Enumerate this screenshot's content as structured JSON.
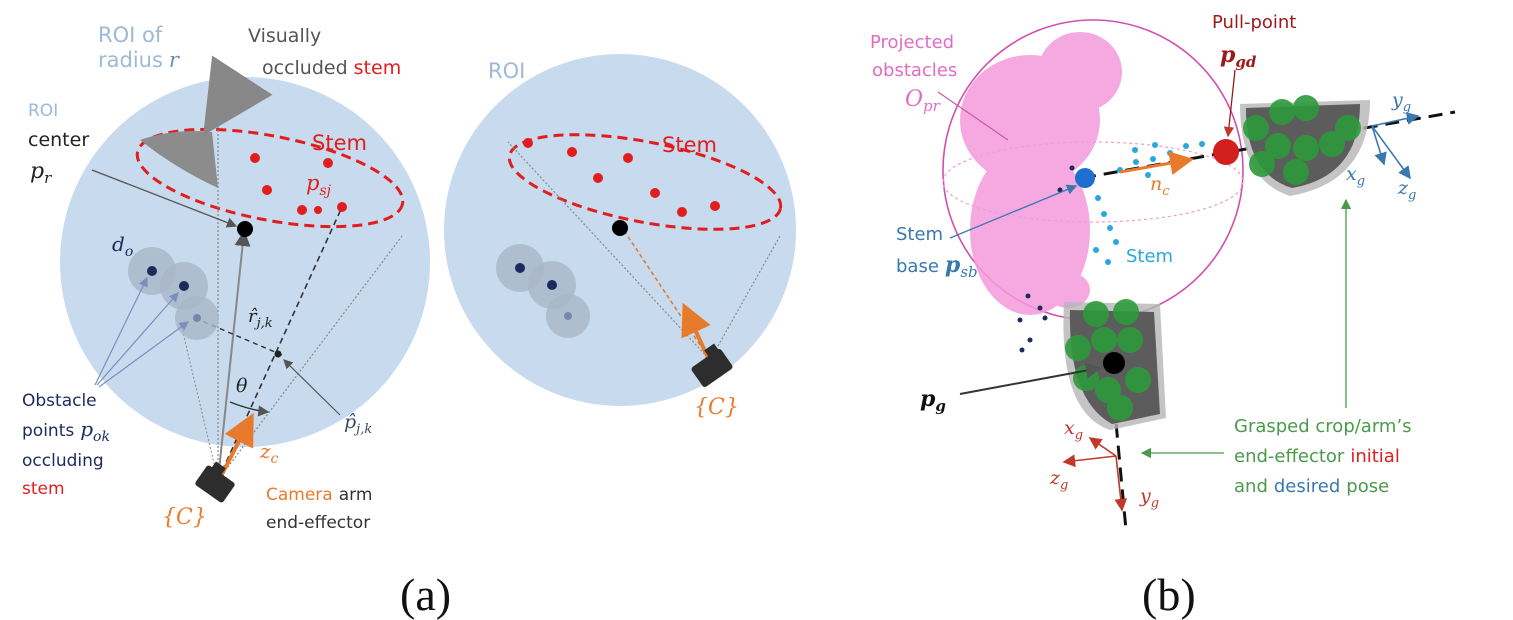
{
  "colors": {
    "roi_fill": "#c7daee",
    "stem_red": "#e21d1d",
    "obstacle_navy": "#1d2a5e",
    "camera_orange": "#e87a2c",
    "pink": "#f59adc",
    "green": "#2e8b2e",
    "blue_label": "#3a78b0",
    "dark_red": "#9c1a1a"
  },
  "panel_a": {
    "roi_radius_label_line1": "ROI of",
    "roi_radius_label_line2": "radius",
    "roi_radius_symbol": "r",
    "occluded_label_line1": "Visually",
    "occluded_label_line2": "occluded",
    "occluded_label_stem": "stem",
    "roi_center_line1": "ROI",
    "roi_center_line2": "center",
    "roi_center_symbol": "p",
    "roi_center_sub": "r",
    "stem_label": "Stem",
    "stem_point_symbol": "p",
    "stem_point_sub": "sj",
    "do_symbol": "d",
    "do_sub": "o",
    "rhat_symbol": "r̂",
    "rhat_sub": "j,k",
    "theta_symbol": "θ",
    "phat_symbol": "p̂",
    "phat_sub": "j,k",
    "obstacle_line1": "Obstacle",
    "obstacle_line2": "points",
    "obstacle_symbol": "p",
    "obstacle_sub": "ok",
    "obstacle_line3": "occluding",
    "obstacle_line4": "stem",
    "zc_symbol": "z",
    "zc_sub": "c",
    "camera_frame": "{C}",
    "camera_line1_a": "Camera",
    "camera_line1_b": "arm",
    "camera_line2": "end-effector",
    "roi2_label": "ROI",
    "stem2_label": "Stem",
    "camera_frame2": "{C}"
  },
  "panel_b": {
    "pull_point_label": "Pull-point",
    "pull_point_symbol": "p",
    "pull_point_sub": "gd",
    "projected_line1": "Projected",
    "projected_line2": "obstacles",
    "projected_symbol": "O",
    "projected_sub": "pr",
    "stem_base_line1": "Stem",
    "stem_base_line2": "base",
    "stem_base_symbol": "p",
    "stem_base_sub": "sb",
    "stem_label": "Stem",
    "nc_symbol": "n",
    "nc_sub": "c",
    "pg_symbol": "p",
    "pg_sub": "g",
    "yg_symbol": "y",
    "yg_sub": "g",
    "xg_symbol": "x",
    "xg_sub": "g",
    "zg_symbol": "z",
    "zg_sub": "g",
    "grasp_line1": "Grasped crop/arm’s",
    "grasp_line2_a": "end-effector",
    "grasp_line2_b": "initial",
    "grasp_line3_a": "and",
    "grasp_line3_b": "desired",
    "grasp_line3_c": "pose"
  },
  "captions": {
    "a": "(a)",
    "b": "(b)"
  }
}
